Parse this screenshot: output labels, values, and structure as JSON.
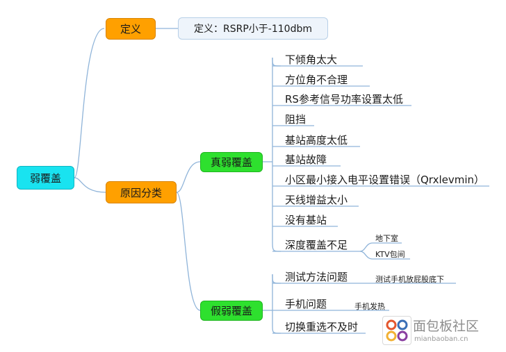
{
  "root": {
    "label": "弱覆盖"
  },
  "definition": {
    "label": "定义",
    "detail": "定义：RSRP小于-110dbm"
  },
  "causes": {
    "label": "原因分类",
    "true_weak": {
      "label": "真弱覆盖",
      "items": [
        "下倾角太大",
        "方位角不合理",
        "RS参考信号功率设置太低",
        "阻挡",
        "基站高度太低",
        "基站故障",
        "小区最小接入电平设置错误（Qrxlevmin）",
        "天线增益太小",
        "没有基站",
        "深度覆盖不足"
      ],
      "depth_sub": [
        "地下室",
        "KTV包间"
      ]
    },
    "false_weak": {
      "label": "假弱覆盖",
      "items": [
        "测试方法问题",
        "手机问题",
        "切换重选不及时"
      ],
      "item_notes": [
        "测试手机放屁股底下",
        "手机发热"
      ]
    }
  },
  "watermark": {
    "title": "面包板社区",
    "url": "mianbaoban.cn"
  },
  "colors": {
    "line": "#8fb4d9",
    "root": "#19e3f0",
    "orange": "#ffa000",
    "green": "#2ee02e"
  }
}
